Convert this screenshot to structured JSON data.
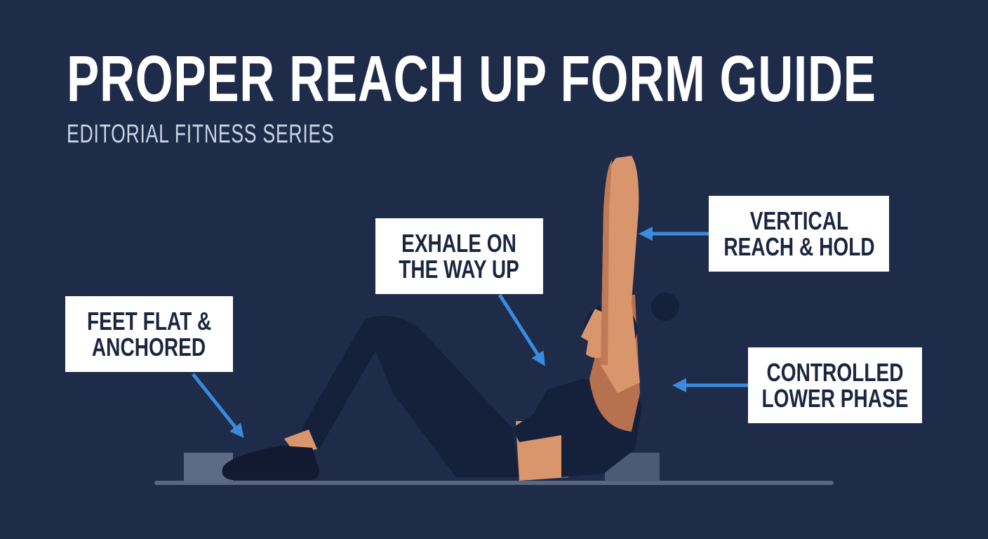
{
  "header": {
    "title": "PROPER REACH UP FORM GUIDE",
    "subtitle": "EDITORIAL FITNESS SERIES"
  },
  "callouts": [
    {
      "lines": [
        "FEET FLAT &",
        "ANCHORED"
      ]
    },
    {
      "lines": [
        "EXHALE ON",
        "THE WAY UP"
      ]
    },
    {
      "lines": [
        "VERTICAL",
        "REACH & HOLD"
      ]
    },
    {
      "lines": [
        "CONTROLLED",
        "LOWER PHASE"
      ]
    }
  ],
  "colors": {
    "background": "#1f2c49",
    "arrow": "#3a8be0",
    "skin": "#d9956c",
    "clothing": "#15203a",
    "floor": "#5a6782"
  }
}
